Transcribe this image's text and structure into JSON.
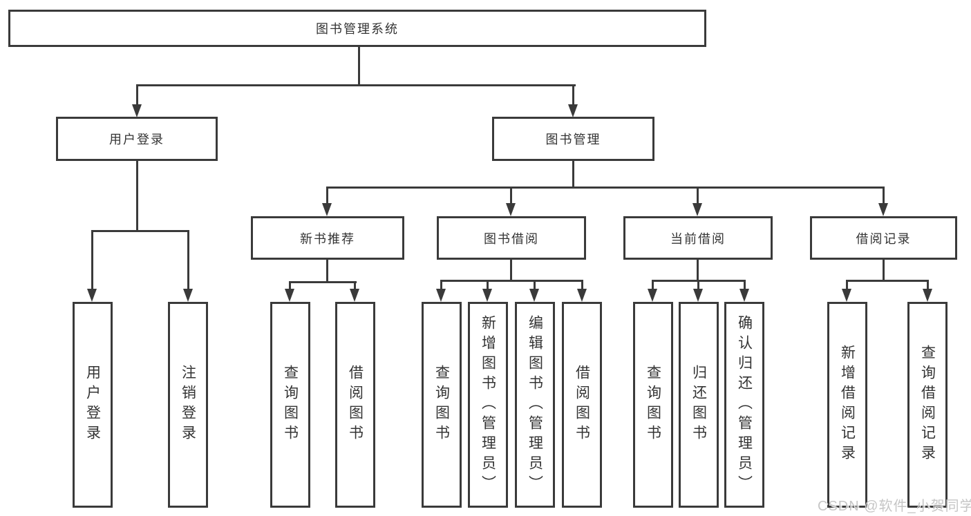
{
  "diagram": {
    "root": {
      "label": "图书管理系统"
    },
    "level2": [
      {
        "label": "用户登录"
      },
      {
        "label": "图书管理"
      }
    ],
    "level3": [
      {
        "label": "新书推荐"
      },
      {
        "label": "图书借阅"
      },
      {
        "label": "当前借阅"
      },
      {
        "label": "借阅记录"
      }
    ],
    "leaves": [
      {
        "label": "用户登录"
      },
      {
        "label": "注销登录"
      },
      {
        "label": "查询图书"
      },
      {
        "label": "借阅图书"
      },
      {
        "label": "查询图书"
      },
      {
        "label": "新增图书（管理员）"
      },
      {
        "label": "编辑图书（管理员）"
      },
      {
        "label": "借阅图书"
      },
      {
        "label": "查询图书"
      },
      {
        "label": "归还图书"
      },
      {
        "label": "确认归还（管理员）"
      },
      {
        "label": "新增借阅记录"
      },
      {
        "label": "查询借阅记录"
      }
    ]
  },
  "watermark": {
    "text": "CSDN @软件_小贺同学"
  },
  "colors": {
    "line": "#3a3a3a",
    "text": "#333333",
    "watermark": "#c6c6c6",
    "background": "#ffffff"
  }
}
